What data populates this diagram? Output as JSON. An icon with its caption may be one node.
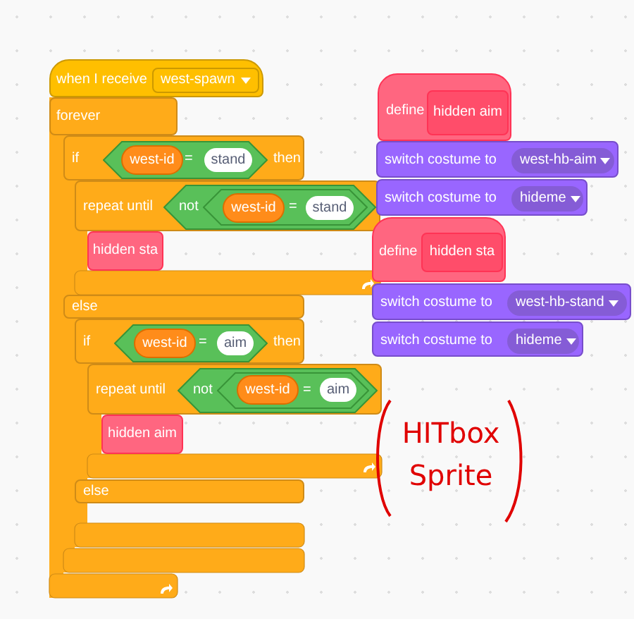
{
  "diagram": {
    "nodes": [
      {
        "text": [
          "when I receive"
        ]
      },
      {
        "text": [
          "west-spawn"
        ],
        "in": 0
      },
      {
        "text": [
          "forever"
        ]
      },
      {
        "text": [
          "if",
          "then"
        ]
      },
      {
        "text": [
          "="
        ],
        "in": 3
      },
      {
        "text": [
          "west-id"
        ],
        "in": 4
      },
      {
        "text": [
          "stand"
        ],
        "in": 4
      },
      {
        "text": [
          "repeat until"
        ]
      },
      {
        "text": [
          "not"
        ],
        "in": 7
      },
      {
        "text": [
          "="
        ],
        "in": 8
      },
      {
        "text": [
          "west-id"
        ],
        "in": 9
      },
      {
        "text": [
          "stand"
        ],
        "in": 9
      },
      {
        "text": [
          "hidden sta"
        ]
      },
      {
        "text": [
          "else"
        ]
      },
      {
        "text": [
          "if",
          "then"
        ]
      },
      {
        "text": [
          "="
        ],
        "in": 14
      },
      {
        "text": [
          "west-id"
        ],
        "in": 15
      },
      {
        "text": [
          "aim"
        ],
        "in": 15
      },
      {
        "text": [
          "repeat until"
        ]
      },
      {
        "text": [
          "not"
        ],
        "in": 18
      },
      {
        "text": [
          "="
        ],
        "in": 19
      },
      {
        "text": [
          "west-id"
        ],
        "in": 20
      },
      {
        "text": [
          "aim"
        ],
        "in": 20
      },
      {
        "text": [
          "hidden aim"
        ]
      },
      {
        "text": [
          "else"
        ]
      },
      {
        "text": [
          "define"
        ]
      },
      {
        "text": [
          "hidden aim"
        ],
        "in": 25
      },
      {
        "text": [
          "switch costume to"
        ]
      },
      {
        "text": [
          "west-hb-aim"
        ],
        "in": 27
      },
      {
        "text": [
          "switch costume to"
        ]
      },
      {
        "text": [
          "hideme"
        ],
        "in": 29
      },
      {
        "text": [
          "define"
        ]
      },
      {
        "text": [
          "hidden sta"
        ],
        "in": 31
      },
      {
        "text": [
          "switch costume to"
        ]
      },
      {
        "text": [
          "west-hb-stand"
        ],
        "in": 33
      },
      {
        "text": [
          "switch costume to"
        ]
      },
      {
        "text": [
          "hideme"
        ],
        "in": 35
      },
      {
        "text": [
          "HITbox Sprite"
        ]
      }
    ]
  }
}
